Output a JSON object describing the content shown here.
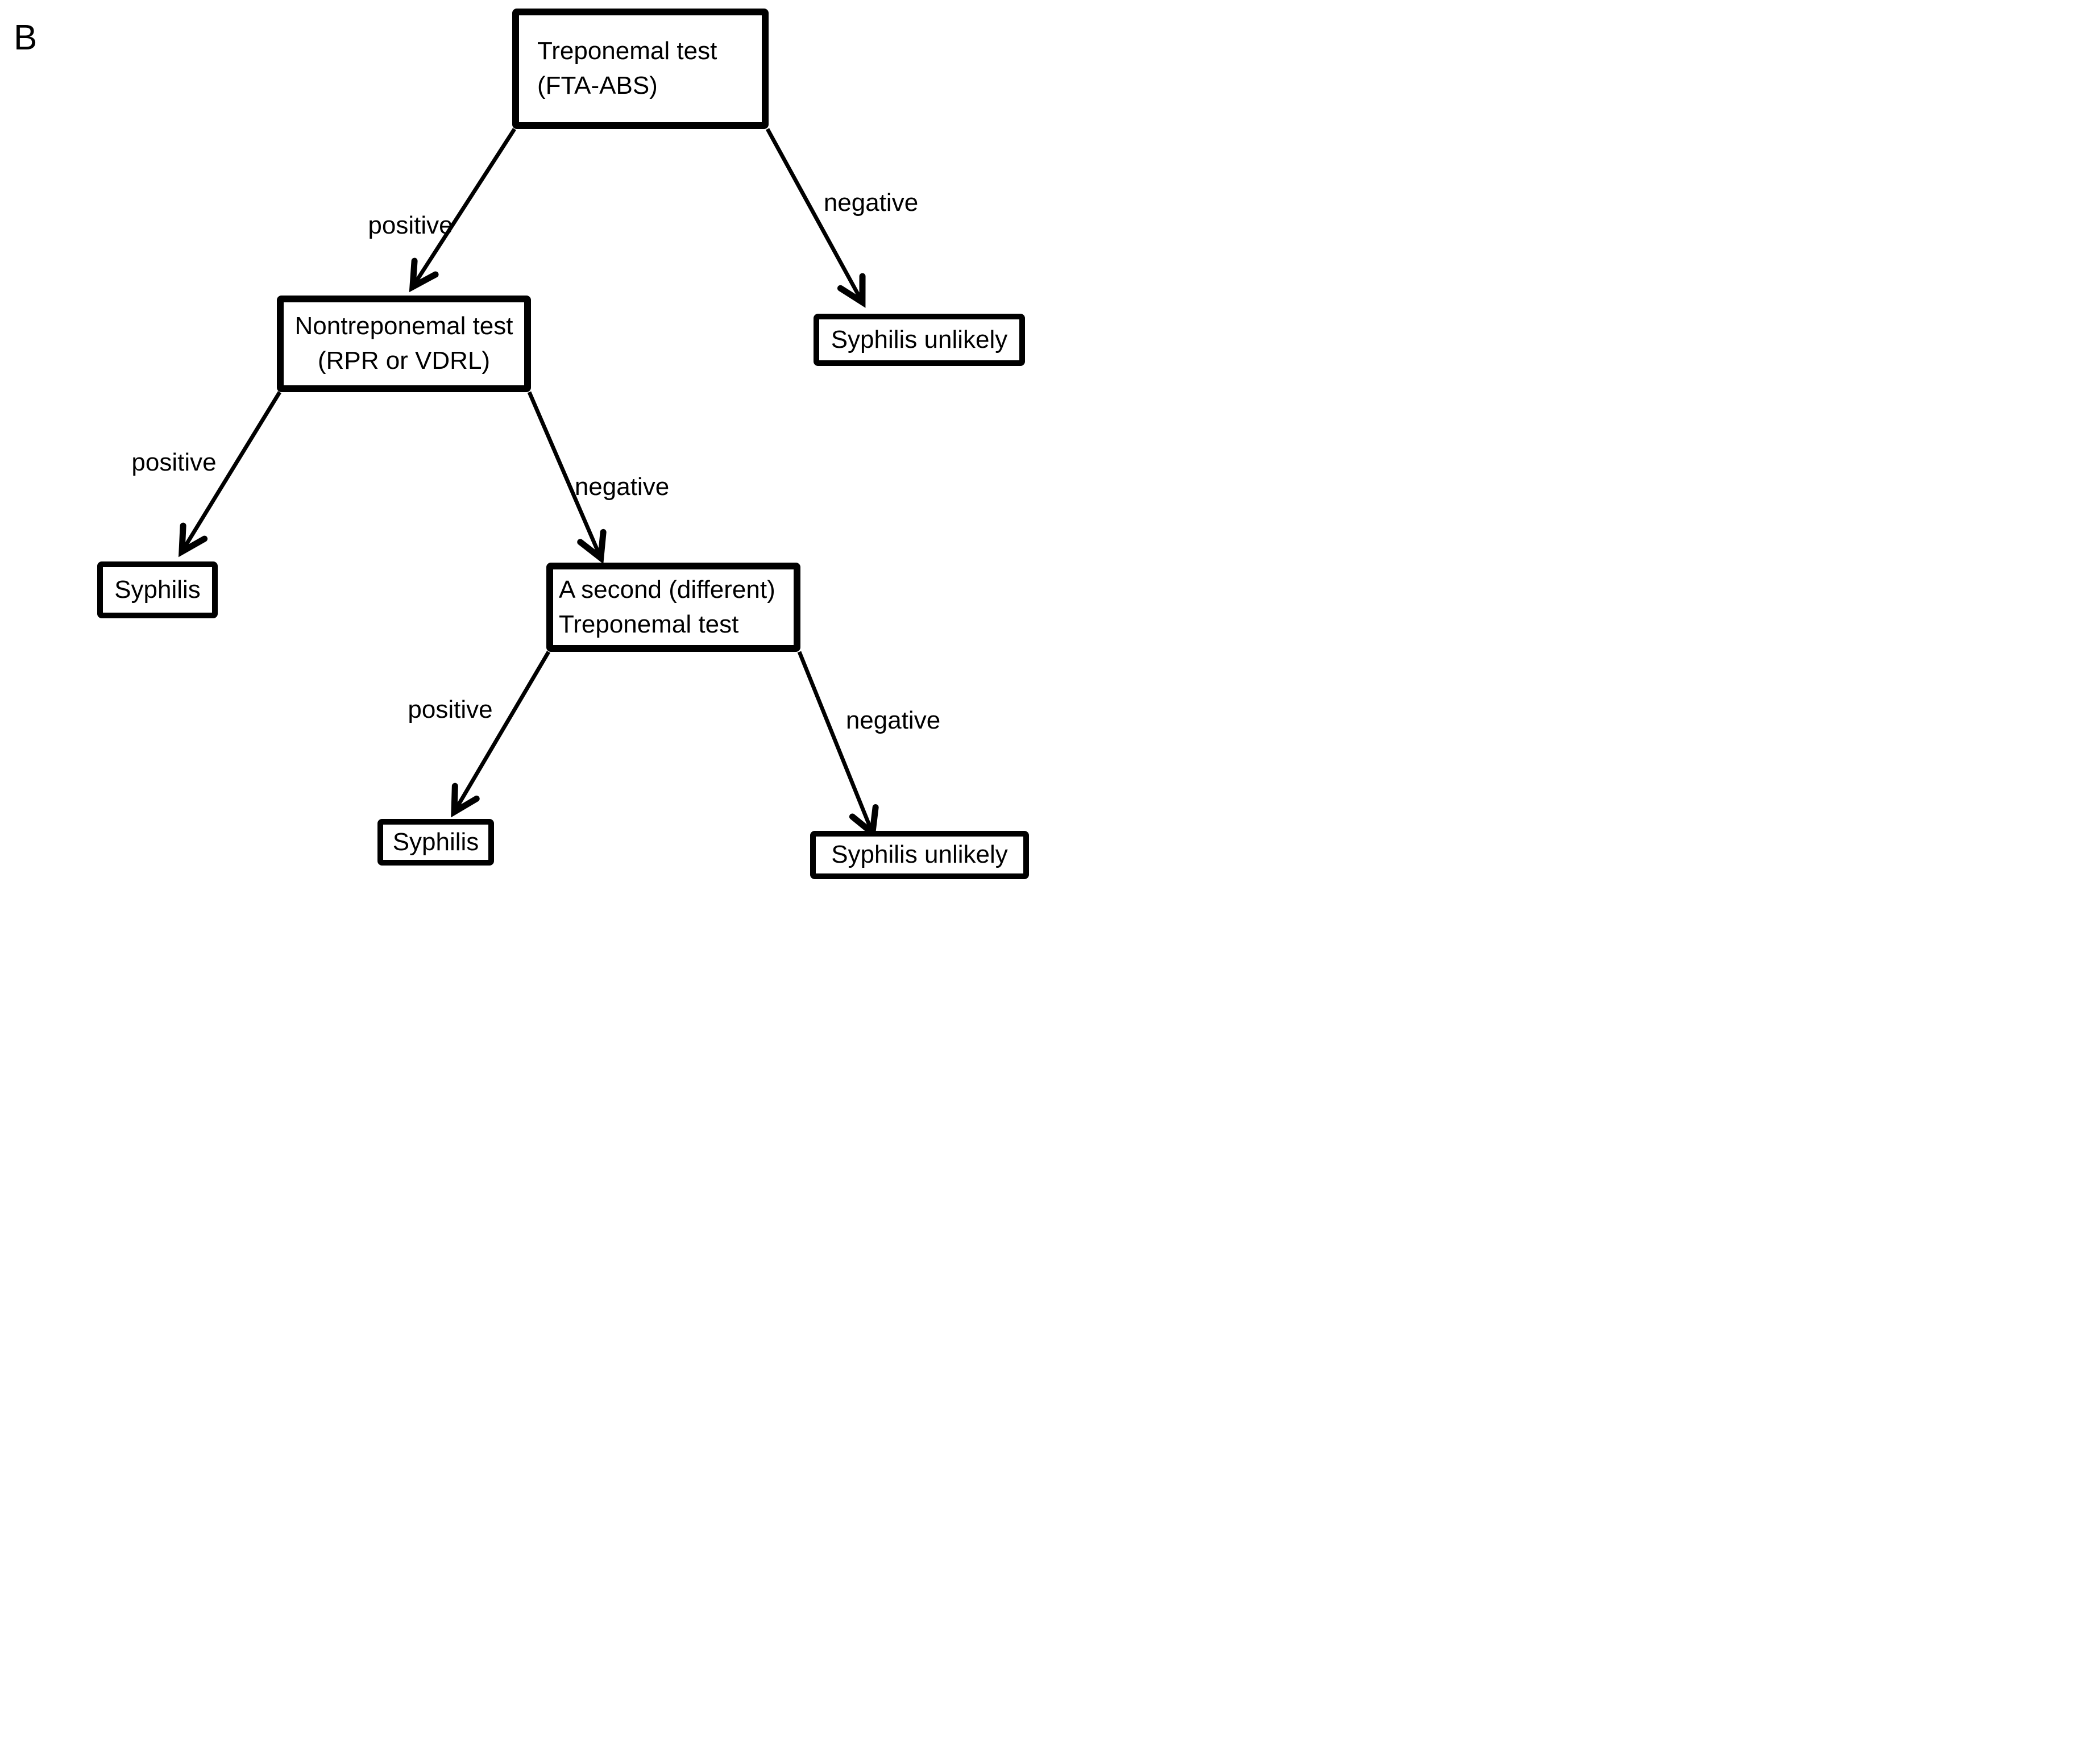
{
  "figure": {
    "panel_label": "B",
    "background_color": "#ffffff",
    "ink_color": "#000000",
    "nodes": [
      {
        "id": "treponemal-test",
        "lines": [
          "Treponemal test",
          "(FTA-ABS)"
        ]
      },
      {
        "id": "nontreponemal-test",
        "lines": [
          "Nontreponemal test",
          "(RPR or VDRL)"
        ]
      },
      {
        "id": "syphilis-unlikely-top",
        "lines": [
          "Syphilis unlikely"
        ]
      },
      {
        "id": "syphilis-left",
        "lines": [
          "Syphilis"
        ]
      },
      {
        "id": "second-treponemal-test",
        "lines": [
          "A second (different)",
          "Treponemal test"
        ]
      },
      {
        "id": "syphilis-bottom",
        "lines": [
          "Syphilis"
        ]
      },
      {
        "id": "syphilis-unlikely-bottom",
        "lines": [
          "Syphilis unlikely"
        ]
      }
    ],
    "edges": [
      {
        "from": "treponemal-test",
        "to": "nontreponemal-test",
        "label": "positive"
      },
      {
        "from": "treponemal-test",
        "to": "syphilis-unlikely-top",
        "label": "negative"
      },
      {
        "from": "nontreponemal-test",
        "to": "syphilis-left",
        "label": "positive"
      },
      {
        "from": "nontreponemal-test",
        "to": "second-treponemal-test",
        "label": "negative"
      },
      {
        "from": "second-treponemal-test",
        "to": "syphilis-bottom",
        "label": "positive"
      },
      {
        "from": "second-treponemal-test",
        "to": "syphilis-unlikely-bottom",
        "label": "negative"
      }
    ]
  }
}
